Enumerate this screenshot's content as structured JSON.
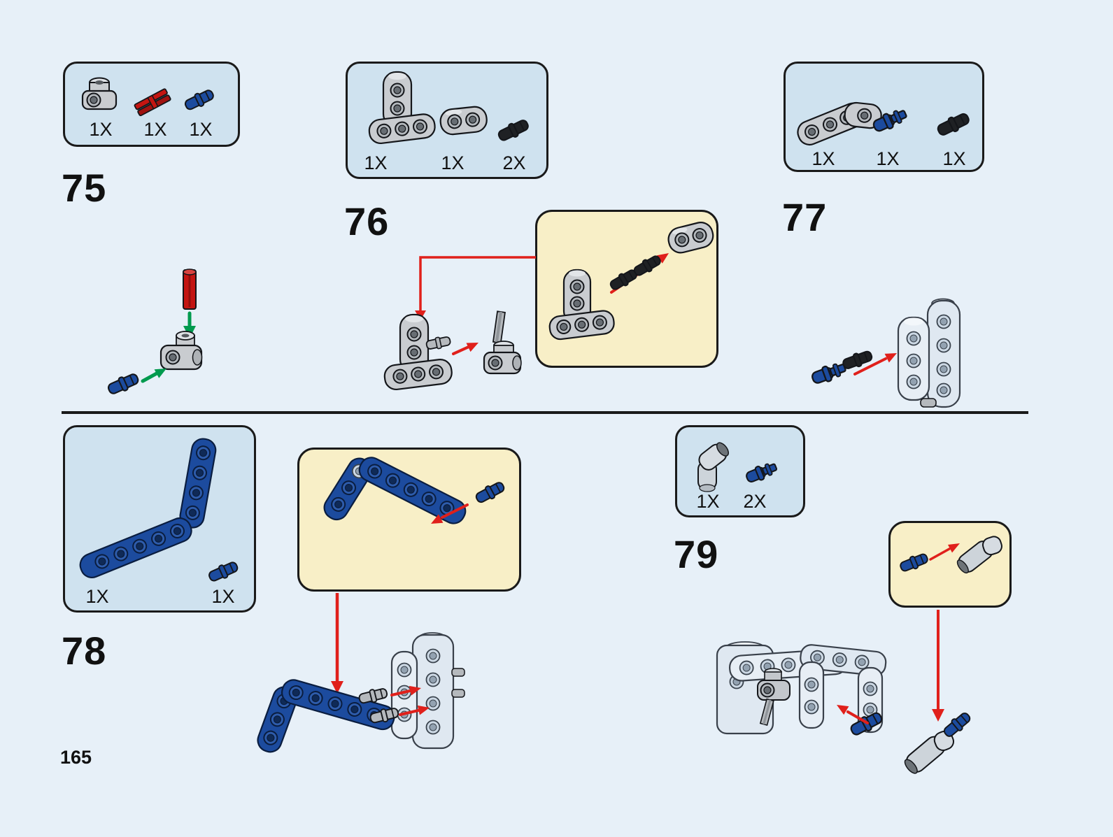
{
  "page": {
    "number": "165"
  },
  "colors": {
    "background": "#e7f0f8",
    "parts_box": "#cfe2ef",
    "callout_box": "#f8efc7",
    "outline": "#1a1a1a",
    "arrow_red": "#e0201b",
    "arrow_green": "#009a4e",
    "lego_blue": "#1c4b9e",
    "lego_red": "#c41511",
    "lego_gray": "#c9ccd0",
    "lego_light_gray": "#dfe8f1",
    "lego_black": "#1f2124"
  },
  "steps": {
    "s75": {
      "label": "75",
      "parts": [
        {
          "name": "perpendicular-axle-connector-gray",
          "count": "1X"
        },
        {
          "name": "axle-3l-red",
          "count": "1X"
        },
        {
          "name": "long-pin-blue",
          "count": "1X"
        }
      ]
    },
    "s76": {
      "label": "76",
      "parts": [
        {
          "name": "t-beam-3x3-gray",
          "count": "1X"
        },
        {
          "name": "beam-2-hole-gray",
          "count": "1X"
        },
        {
          "name": "friction-pin-black",
          "count": "2X"
        }
      ]
    },
    "s77": {
      "label": "77",
      "parts": [
        {
          "name": "bent-beam-4-hole-gray",
          "count": "1X"
        },
        {
          "name": "long-axle-pin-blue",
          "count": "1X"
        },
        {
          "name": "long-pin-black",
          "count": "1X"
        }
      ]
    },
    "s78": {
      "label": "78",
      "parts": [
        {
          "name": "double-bent-beam-blue",
          "count": "1X"
        },
        {
          "name": "long-pin-blue",
          "count": "1X"
        }
      ]
    },
    "s79": {
      "label": "79",
      "parts": [
        {
          "name": "angle-axle-connector-gray",
          "count": "1X"
        },
        {
          "name": "axle-pin-blue",
          "count": "2X"
        }
      ]
    }
  }
}
